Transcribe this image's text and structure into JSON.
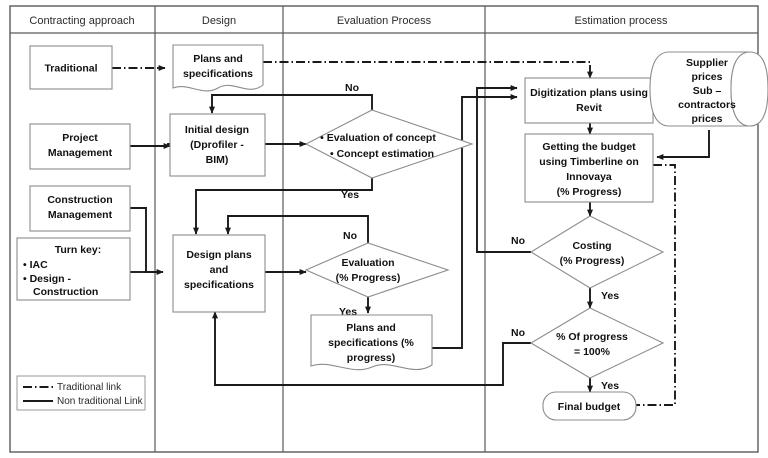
{
  "diagram": {
    "title": "Contracting approach / Design / Evaluation / Estimation process flowchart",
    "columns": [
      {
        "id": "contracting",
        "label": "Contracting approach"
      },
      {
        "id": "design",
        "label": "Design"
      },
      {
        "id": "evaluation",
        "label": "Evaluation Process"
      },
      {
        "id": "estimation",
        "label": "Estimation process"
      }
    ],
    "nodes": {
      "traditional": {
        "label": "Traditional",
        "shape": "rectangle"
      },
      "project_management": {
        "line1": "Project",
        "line2": "Management",
        "shape": "rectangle"
      },
      "construction_management": {
        "line1": "Construction",
        "line2": "Management",
        "shape": "rectangle"
      },
      "turn_key": {
        "title": "Turn key:",
        "bullet1": "• IAC",
        "bullet2": "• Design -",
        "bullet3": "Construction",
        "shape": "rectangle"
      },
      "plans_and_specifications": {
        "line1": "Plans and",
        "line2": "specifications",
        "shape": "document"
      },
      "initial_design": {
        "line1": "Initial design",
        "line2": "(Dprofiler -",
        "line3": "BIM)",
        "shape": "rectangle"
      },
      "design_plans": {
        "line1": "Design plans",
        "line2": "and",
        "line3": "specifications",
        "shape": "rectangle"
      },
      "evaluation_concept": {
        "line1": "• Evaluation of concept",
        "line2": "• Concept estimation",
        "shape": "diamond"
      },
      "evaluation_progress": {
        "line1": "Evaluation",
        "line2": "(% Progress)",
        "shape": "diamond"
      },
      "plans_progress": {
        "line1": "Plans and",
        "line2": "specifications (%",
        "line3": "progress)",
        "shape": "document"
      },
      "digitization": {
        "line1": "Digitization plans using",
        "line2": "Revit",
        "shape": "rectangle"
      },
      "getting_budget": {
        "line1": "Getting the budget",
        "line2": "using Timberline on",
        "line3": "Innovaya",
        "line4": "(% Progress)",
        "shape": "rectangle"
      },
      "supplier_prices": {
        "line1": "Supplier",
        "line2": "prices",
        "line3": "Sub –",
        "line4": "contractors",
        "line5": "prices",
        "shape": "cylinder"
      },
      "costing": {
        "line1": "Costing",
        "line2": "(% Progress)",
        "shape": "diamond"
      },
      "percent_progress": {
        "line1": "% Of progress",
        "line2": "= 100%",
        "shape": "diamond"
      },
      "final_budget": {
        "label": "Final budget",
        "shape": "rounded-rectangle"
      }
    },
    "edge_labels": {
      "concept_no": "No",
      "concept_yes": "Yes",
      "evaluation_no": "No",
      "evaluation_yes": "Yes",
      "costing_no": "No",
      "costing_yes": "Yes",
      "percent_no": "No",
      "percent_yes": "Yes"
    },
    "legend": {
      "traditional": "Traditional link",
      "non_traditional": "Non traditional Link"
    },
    "colors": {
      "shape_stroke": "#8c8c8c",
      "flow_line": "#1a1a1a",
      "frame": "#5a5a5a",
      "text": "#111111",
      "background": "#ffffff"
    }
  }
}
